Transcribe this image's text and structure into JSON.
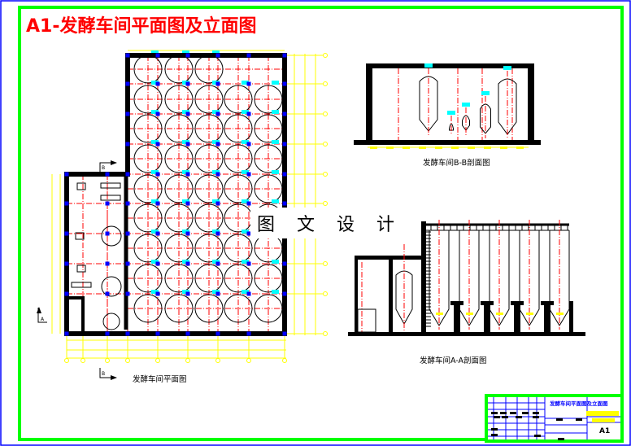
{
  "drawing": {
    "title": "A1-发酵车间平面图及立面图",
    "watermark": "图 文 设 计",
    "plan_label": "发酵车间平面图",
    "section_bb_label": "发酵车间B-B剖面图",
    "section_aa_label": "发酵车间A-A剖面图",
    "section_marks": {
      "a": "A",
      "b": "B"
    }
  },
  "title_block": {
    "drawing_name": "发酵车间平面图及立面图",
    "sheet_size": "A1"
  },
  "colors": {
    "frame": "#00ff00",
    "outer_border": "#0000ff",
    "walls": "#000000",
    "axis_lines": "#ff0000",
    "columns": "#0000ff",
    "dimensions": "#ffff00",
    "equipment_tags": "#00ffff",
    "title": "#ff0000"
  }
}
